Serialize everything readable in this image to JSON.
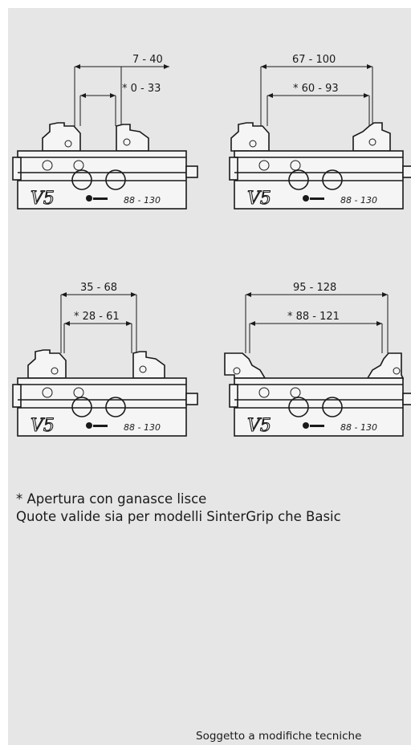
{
  "figures": [
    {
      "outer": "7 - 40",
      "inner": "* 0 - 33",
      "brand": "V5",
      "range": "88 - 130"
    },
    {
      "outer": "67 - 100",
      "inner": "* 60 - 93",
      "brand": "V5",
      "range": "88 - 130"
    },
    {
      "outer": "35 - 68",
      "inner": "* 28 - 61",
      "brand": "V5",
      "range": "88 - 130"
    },
    {
      "outer": "95 - 128",
      "inner": "* 88 - 121",
      "brand": "V5",
      "range": "88 - 130"
    }
  ],
  "note_1": "* Apertura con ganasce lisce",
  "note_2": "Quote valide sia per modelli SinterGrip che Basic",
  "footer": "Soggetto a modifiche tecniche",
  "colors": {
    "panel": "#e6e6e6",
    "ink": "#1a1a1a",
    "part": "#f5f5f5"
  }
}
